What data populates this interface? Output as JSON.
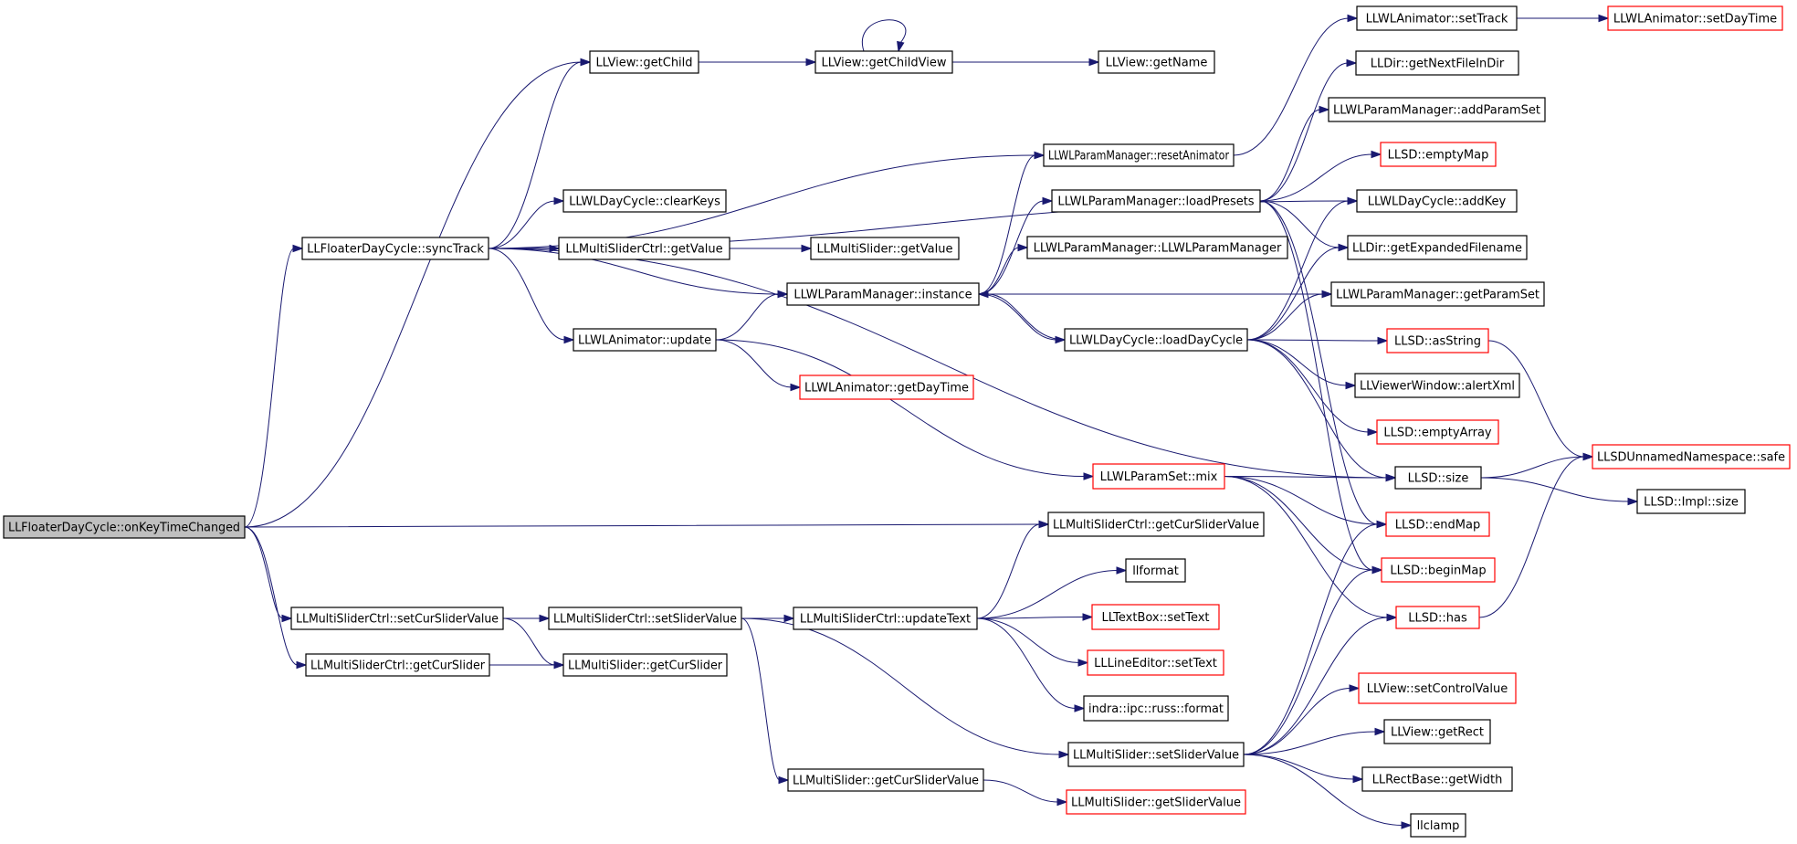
{
  "colors": {
    "edge": "#191970",
    "normal_border": "#000000",
    "truncated_border": "#ff0000",
    "root_fill": "#bfbfbf",
    "node_fill": "#ffffff"
  },
  "nodes": {
    "root": {
      "label": "LLFloaterDayCycle::onKeyTimeChanged",
      "kind": "root"
    },
    "syncTrack": {
      "label": "LLFloaterDayCycle::syncTrack",
      "kind": "normal"
    },
    "ctrlSetCurSliderValue": {
      "label": "LLMultiSliderCtrl::setCurSliderValue",
      "kind": "normal"
    },
    "ctrlGetCurSlider": {
      "label": "LLMultiSliderCtrl::getCurSlider",
      "kind": "normal"
    },
    "viewGetChild": {
      "label": "LLView::getChild",
      "kind": "normal"
    },
    "dcClearKeys": {
      "label": "LLWLDayCycle::clearKeys",
      "kind": "normal"
    },
    "ctrlGetValue": {
      "label": "LLMultiSliderCtrl::getValue",
      "kind": "normal"
    },
    "animUpdate": {
      "label": "LLWLAnimator::update",
      "kind": "normal"
    },
    "ctrlSetSliderValue": {
      "label": "LLMultiSliderCtrl::setSliderValue",
      "kind": "normal"
    },
    "msGetCurSlider": {
      "label": "LLMultiSlider::getCurSlider",
      "kind": "normal"
    },
    "viewGetChildView": {
      "label": "LLView::getChildView",
      "kind": "normal"
    },
    "msGetValue": {
      "label": "LLMultiSlider::getValue",
      "kind": "normal"
    },
    "pmInstance": {
      "label": "LLWLParamManager::instance",
      "kind": "normal"
    },
    "animGetDayTime": {
      "label": "LLWLAnimator::getDayTime",
      "kind": "truncated"
    },
    "ctrlUpdateText": {
      "label": "LLMultiSliderCtrl::updateText",
      "kind": "normal"
    },
    "msGetCurSliderValue": {
      "label": "LLMultiSlider::getCurSliderValue",
      "kind": "normal"
    },
    "viewGetName": {
      "label": "LLView::getName",
      "kind": "normal"
    },
    "pmResetAnimator": {
      "label": "LLWLParamManager::resetAnimator",
      "kind": "normal"
    },
    "pmLoadPresets": {
      "label": "LLWLParamManager::loadPresets",
      "kind": "normal"
    },
    "pmCtor": {
      "label": "LLWLParamManager::LLWLParamManager",
      "kind": "normal"
    },
    "dcLoadDayCycle": {
      "label": "LLWLDayCycle::loadDayCycle",
      "kind": "normal"
    },
    "psMix": {
      "label": "LLWLParamSet::mix",
      "kind": "truncated"
    },
    "ctrlGetCurSliderValue": {
      "label": "LLMultiSliderCtrl::getCurSliderValue",
      "kind": "normal"
    },
    "llformat": {
      "label": "llformat",
      "kind": "normal"
    },
    "tbSetText": {
      "label": "LLTextBox::setText",
      "kind": "truncated"
    },
    "leSetText": {
      "label": "LLLineEditor::setText",
      "kind": "truncated"
    },
    "russFormat": {
      "label": "indra::ipc::russ::format",
      "kind": "normal"
    },
    "msSetSliderValue": {
      "label": "LLMultiSlider::setSliderValue",
      "kind": "normal"
    },
    "msGetSliderValue": {
      "label": "LLMultiSlider::getSliderValue",
      "kind": "truncated"
    },
    "animSetTrack": {
      "label": "LLWLAnimator::setTrack",
      "kind": "normal"
    },
    "dirGetNextFileInDir": {
      "label": "LLDir::getNextFileInDir",
      "kind": "normal"
    },
    "pmAddParamSet": {
      "label": "LLWLParamManager::addParamSet",
      "kind": "normal"
    },
    "sdEmptyMap": {
      "label": "LLSD::emptyMap",
      "kind": "truncated"
    },
    "dcAddKey": {
      "label": "LLWLDayCycle::addKey",
      "kind": "normal"
    },
    "dirGetExpandedFilename": {
      "label": "LLDir::getExpandedFilename",
      "kind": "normal"
    },
    "pmGetParamSet": {
      "label": "LLWLParamManager::getParamSet",
      "kind": "normal"
    },
    "sdAsString": {
      "label": "LLSD::asString",
      "kind": "truncated"
    },
    "vwAlertXml": {
      "label": "LLViewerWindow::alertXml",
      "kind": "normal"
    },
    "sdEmptyArray": {
      "label": "LLSD::emptyArray",
      "kind": "truncated"
    },
    "sdSize": {
      "label": "LLSD::size",
      "kind": "normal"
    },
    "sdEndMap": {
      "label": "LLSD::endMap",
      "kind": "truncated"
    },
    "sdBeginMap": {
      "label": "LLSD::beginMap",
      "kind": "truncated"
    },
    "sdHas": {
      "label": "LLSD::has",
      "kind": "truncated"
    },
    "viewSetControlValue": {
      "label": "LLView::setControlValue",
      "kind": "truncated"
    },
    "viewGetRect": {
      "label": "LLView::getRect",
      "kind": "normal"
    },
    "rectGetWidth": {
      "label": "LLRectBase::getWidth",
      "kind": "normal"
    },
    "llclamp": {
      "label": "llclamp",
      "kind": "normal"
    },
    "animSetDayTime": {
      "label": "LLWLAnimator::setDayTime",
      "kind": "truncated"
    },
    "unnamedSafe": {
      "label": "LLSDUnnamedNamespace::safe",
      "kind": "truncated"
    },
    "implSize": {
      "label": "LLSD::Impl::size",
      "kind": "normal"
    }
  },
  "edges": [
    [
      "root",
      "viewGetChild"
    ],
    [
      "root",
      "syncTrack"
    ],
    [
      "root",
      "ctrlGetCurSliderValue"
    ],
    [
      "root",
      "ctrlSetCurSliderValue"
    ],
    [
      "root",
      "ctrlGetCurSlider"
    ],
    [
      "syncTrack",
      "viewGetChild"
    ],
    [
      "syncTrack",
      "dcClearKeys"
    ],
    [
      "syncTrack",
      "ctrlGetValue"
    ],
    [
      "syncTrack",
      "pmInstance"
    ],
    [
      "syncTrack",
      "animUpdate"
    ],
    [
      "syncTrack",
      "pmResetAnimator"
    ],
    [
      "syncTrack",
      "dcAddKey"
    ],
    [
      "syncTrack",
      "sdSize"
    ],
    [
      "ctrlSetCurSliderValue",
      "ctrlSetSliderValue"
    ],
    [
      "ctrlSetCurSliderValue",
      "msGetCurSlider"
    ],
    [
      "ctrlGetCurSlider",
      "msGetCurSlider"
    ],
    [
      "viewGetChild",
      "viewGetChildView"
    ],
    [
      "viewGetChildView",
      "viewGetChildView"
    ],
    [
      "viewGetChildView",
      "viewGetName"
    ],
    [
      "ctrlGetValue",
      "msGetValue"
    ],
    [
      "animUpdate",
      "pmInstance"
    ],
    [
      "animUpdate",
      "animGetDayTime"
    ],
    [
      "animUpdate",
      "psMix"
    ],
    [
      "ctrlSetSliderValue",
      "ctrlUpdateText"
    ],
    [
      "ctrlSetSliderValue",
      "msGetCurSliderValue"
    ],
    [
      "ctrlSetSliderValue",
      "msSetSliderValue"
    ],
    [
      "pmInstance",
      "pmResetAnimator"
    ],
    [
      "pmInstance",
      "pmLoadPresets"
    ],
    [
      "pmInstance",
      "pmCtor"
    ],
    [
      "pmInstance",
      "dcLoadDayCycle"
    ],
    [
      "pmInstance",
      "pmGetParamSet"
    ],
    [
      "ctrlUpdateText",
      "ctrlGetCurSliderValue"
    ],
    [
      "ctrlUpdateText",
      "llformat"
    ],
    [
      "ctrlUpdateText",
      "tbSetText"
    ],
    [
      "ctrlUpdateText",
      "leSetText"
    ],
    [
      "ctrlUpdateText",
      "russFormat"
    ],
    [
      "msGetCurSliderValue",
      "msGetSliderValue"
    ],
    [
      "pmResetAnimator",
      "animSetTrack"
    ],
    [
      "animSetTrack",
      "animSetDayTime"
    ],
    [
      "pmLoadPresets",
      "dirGetNextFileInDir"
    ],
    [
      "pmLoadPresets",
      "pmAddParamSet"
    ],
    [
      "pmLoadPresets",
      "sdEmptyMap"
    ],
    [
      "pmLoadPresets",
      "dirGetExpandedFilename"
    ],
    [
      "pmLoadPresets",
      "sdEndMap"
    ],
    [
      "pmLoadPresets",
      "sdBeginMap"
    ],
    [
      "dcLoadDayCycle",
      "pmInstance"
    ],
    [
      "dcLoadDayCycle",
      "dcAddKey"
    ],
    [
      "dcLoadDayCycle",
      "dirGetExpandedFilename"
    ],
    [
      "dcLoadDayCycle",
      "pmGetParamSet"
    ],
    [
      "dcLoadDayCycle",
      "sdAsString"
    ],
    [
      "dcLoadDayCycle",
      "vwAlertXml"
    ],
    [
      "dcLoadDayCycle",
      "sdEmptyArray"
    ],
    [
      "dcLoadDayCycle",
      "sdSize"
    ],
    [
      "psMix",
      "sdSize"
    ],
    [
      "psMix",
      "sdEndMap"
    ],
    [
      "psMix",
      "sdBeginMap"
    ],
    [
      "psMix",
      "sdHas"
    ],
    [
      "msSetSliderValue",
      "sdEndMap"
    ],
    [
      "msSetSliderValue",
      "sdBeginMap"
    ],
    [
      "msSetSliderValue",
      "sdHas"
    ],
    [
      "msSetSliderValue",
      "viewSetControlValue"
    ],
    [
      "msSetSliderValue",
      "viewGetRect"
    ],
    [
      "msSetSliderValue",
      "rectGetWidth"
    ],
    [
      "msSetSliderValue",
      "llclamp"
    ],
    [
      "sdAsString",
      "unnamedSafe"
    ],
    [
      "sdSize",
      "unnamedSafe"
    ],
    [
      "sdSize",
      "implSize"
    ],
    [
      "sdHas",
      "unnamedSafe"
    ]
  ]
}
